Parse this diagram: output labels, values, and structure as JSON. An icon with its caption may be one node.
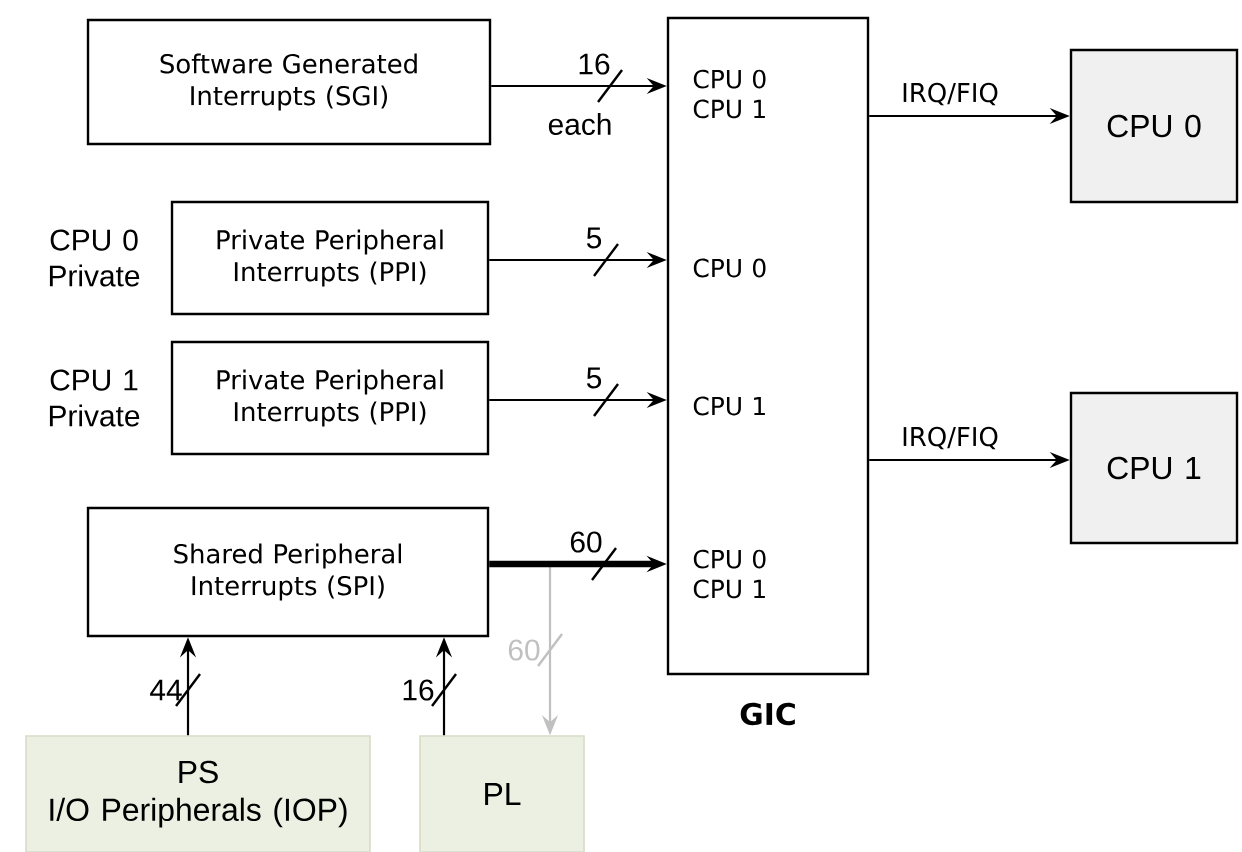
{
  "diagram": {
    "nodes": [
      {
        "text": [
          "Software Generated Interrupts (SGI)"
        ]
      },
      {
        "text": [
          "Private Peripheral Interrupts (PPI)"
        ],
        "beside": [
          "CPU 0 Private"
        ]
      },
      {
        "text": [
          "Private Peripheral Interrupts (PPI)"
        ],
        "beside": [
          "CPU 1 Private"
        ]
      },
      {
        "text": [
          "Shared Peripheral Interrupts (SPI)"
        ]
      },
      {
        "text": [
          "CPU 0 CPU 1",
          "CPU 0",
          "CPU 1",
          "CPU 0 CPU 1",
          "GIC"
        ]
      },
      {
        "text": [
          "CPU 0"
        ]
      },
      {
        "text": [
          "CPU 1"
        ]
      },
      {
        "text": [
          "PS",
          "I/O Peripherals (IOP)"
        ]
      },
      {
        "text": [
          "PL"
        ]
      }
    ],
    "edges": [
      {
        "from": 0,
        "to": 4,
        "arrow": "to",
        "label": "16"
      },
      {
        "from": 1,
        "to": 4,
        "arrow": "to",
        "label": "5"
      },
      {
        "from": 2,
        "to": 4,
        "arrow": "to",
        "label": "5"
      },
      {
        "from": 3,
        "to": 4,
        "arrow": "to",
        "label": "60",
        "style": "thick"
      },
      {
        "from": 3,
        "to": 8,
        "arrow": "to",
        "label": "60",
        "color": "#c0c0c0"
      },
      {
        "from": 4,
        "to": 5,
        "arrow": "to",
        "label": "IRQ/FIQ"
      },
      {
        "from": 4,
        "to": 6,
        "arrow": "to",
        "label": "IRQ/FIQ"
      },
      {
        "from": 7,
        "to": 3,
        "arrow": "to",
        "label": "44"
      },
      {
        "from": 8,
        "to": 3,
        "arrow": "to",
        "label": "16"
      }
    ],
    "labels": [
      "each"
    ]
  }
}
